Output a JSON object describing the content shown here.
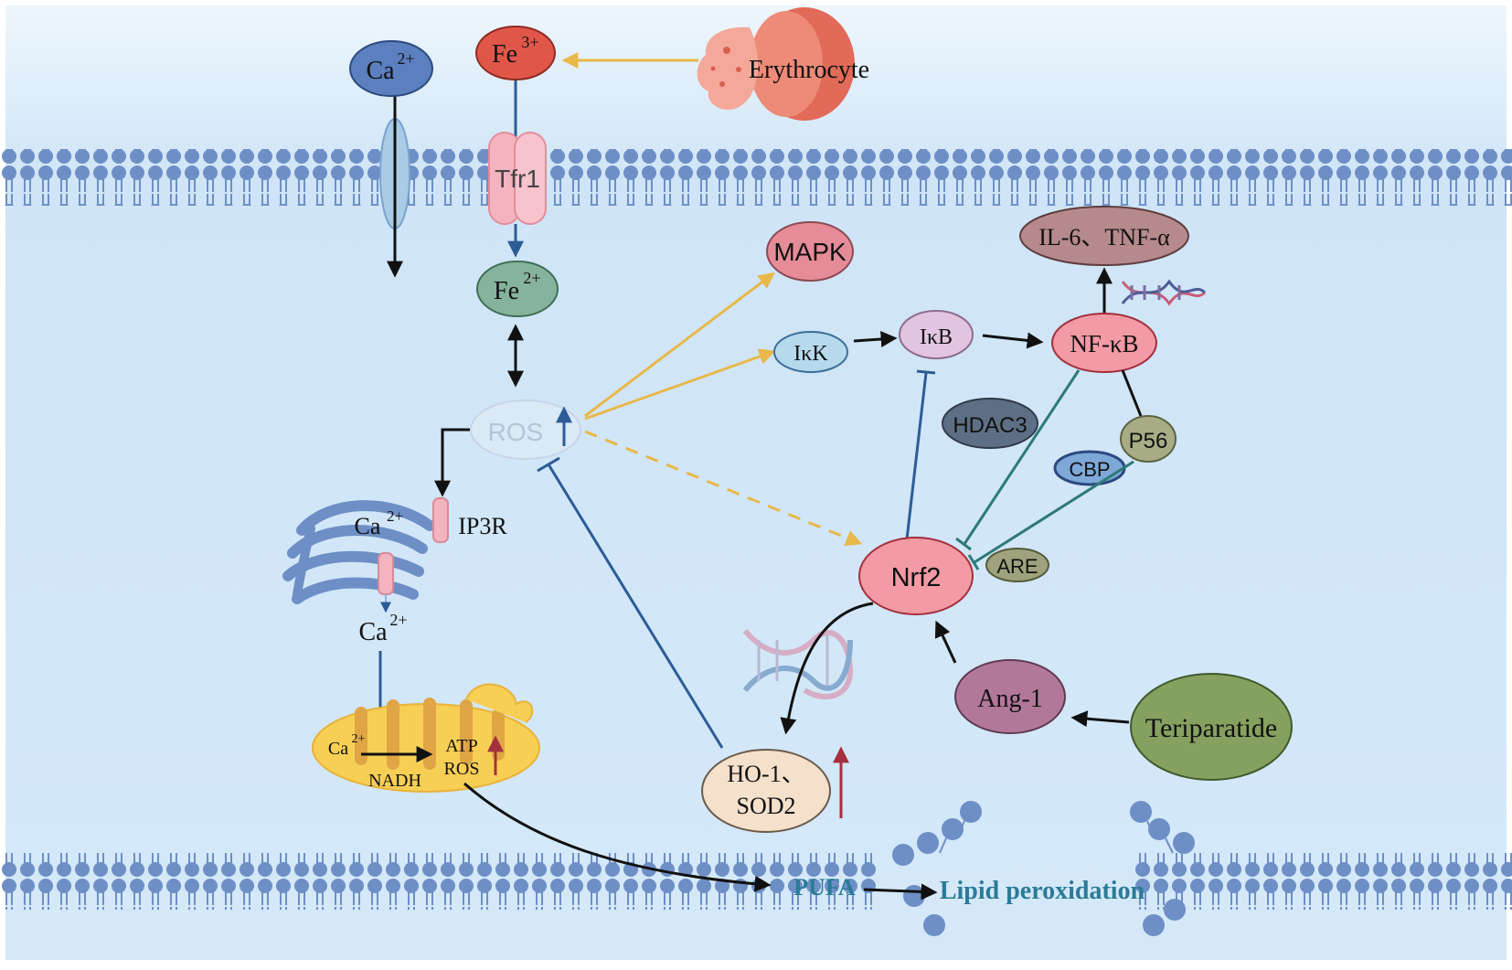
{
  "labels": {
    "ca_top": "Ca",
    "ca_top_sup": "2+",
    "fe3": "Fe",
    "fe3_sup": "3+",
    "erythrocyte": "Erythrocyte",
    "tfr1": "Tfr1",
    "fe2": "Fe",
    "fe2_sup": "2+",
    "mapk": "MAPK",
    "il6": "IL-6、TNF-α",
    "ikk": "IκK",
    "ikb": "IκB",
    "nfkb": "NF-κB",
    "ros": "ROS",
    "hdac3": "HDAC3",
    "p56": "P56",
    "cbp": "CBP",
    "ca_er": "Ca",
    "ca_er_sup": "2+",
    "ip3r": "IP3R",
    "nrf2": "Nrf2",
    "are": "ARE",
    "ca_mid": "Ca",
    "ca_mid_sup": "2+",
    "ang1": "Ang-1",
    "teriparatide": "Teriparatide",
    "ca_mito": "Ca",
    "ca_mito_sup": "2+",
    "atp": "ATP",
    "ros_mito": "ROS",
    "nadh": "NADH",
    "ho1_line1": "HO-1、",
    "ho1_line2": "SOD2",
    "pufa": "PUFA",
    "lipid": "Lipid peroxidation"
  },
  "colors": {
    "background_top": "#bcdcf3",
    "background_inner": "#d6e9f9",
    "membrane": "#6e8fc6",
    "ca_node": "#5b7fbf",
    "fe3_node": "#e0574a",
    "fe2_node": "#86b39c",
    "mapk_node": "#e58c98",
    "il6_node": "#b68a8c",
    "ikk_node": "#b7d9ec",
    "ikb_node": "#e3c4e0",
    "nfkb_node": "#f29aa5",
    "hdac3_node": "#5d6f84",
    "p56_node": "#a7ac85",
    "cbp_node": "#7ea8d8",
    "nrf2_node": "#f29aa5",
    "are_node": "#9fa37d",
    "ang1_node": "#b2789a",
    "teriparatide_node": "#86a060",
    "ho1_node": "#f5e0cc",
    "mitochondrion": "#f8cf55",
    "arrow_yellow": "#e8b84a",
    "arrow_blue": "#2b5c96",
    "arrow_teal": "#2d7a78",
    "arrow_red": "#a3303c",
    "text_teal": "#2a7b97"
  }
}
